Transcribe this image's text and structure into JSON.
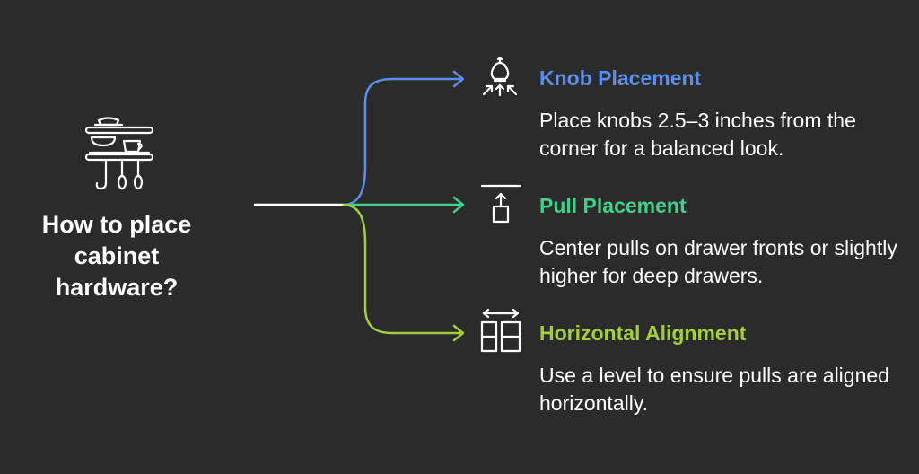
{
  "question": {
    "lines": [
      "How to place",
      "cabinet",
      "hardware?"
    ]
  },
  "items": [
    {
      "title": "Knob Placement",
      "description": "Place knobs 2.5–3 inches from the corner for a balanced look.",
      "icon": "knob-icon",
      "color": "#5b8def"
    },
    {
      "title": "Pull Placement",
      "description": "Center pulls on drawer fronts or slightly higher for deep drawers.",
      "icon": "pull-handle-icon",
      "color": "#42d18b"
    },
    {
      "title": "Horizontal Alignment",
      "description": "Use a level to ensure pulls are aligned horizontally.",
      "icon": "alignment-icon",
      "color": "#a3cf3d"
    }
  ],
  "hub_icon": "kitchen-shelf-icon",
  "stem_color": "#ffffff"
}
